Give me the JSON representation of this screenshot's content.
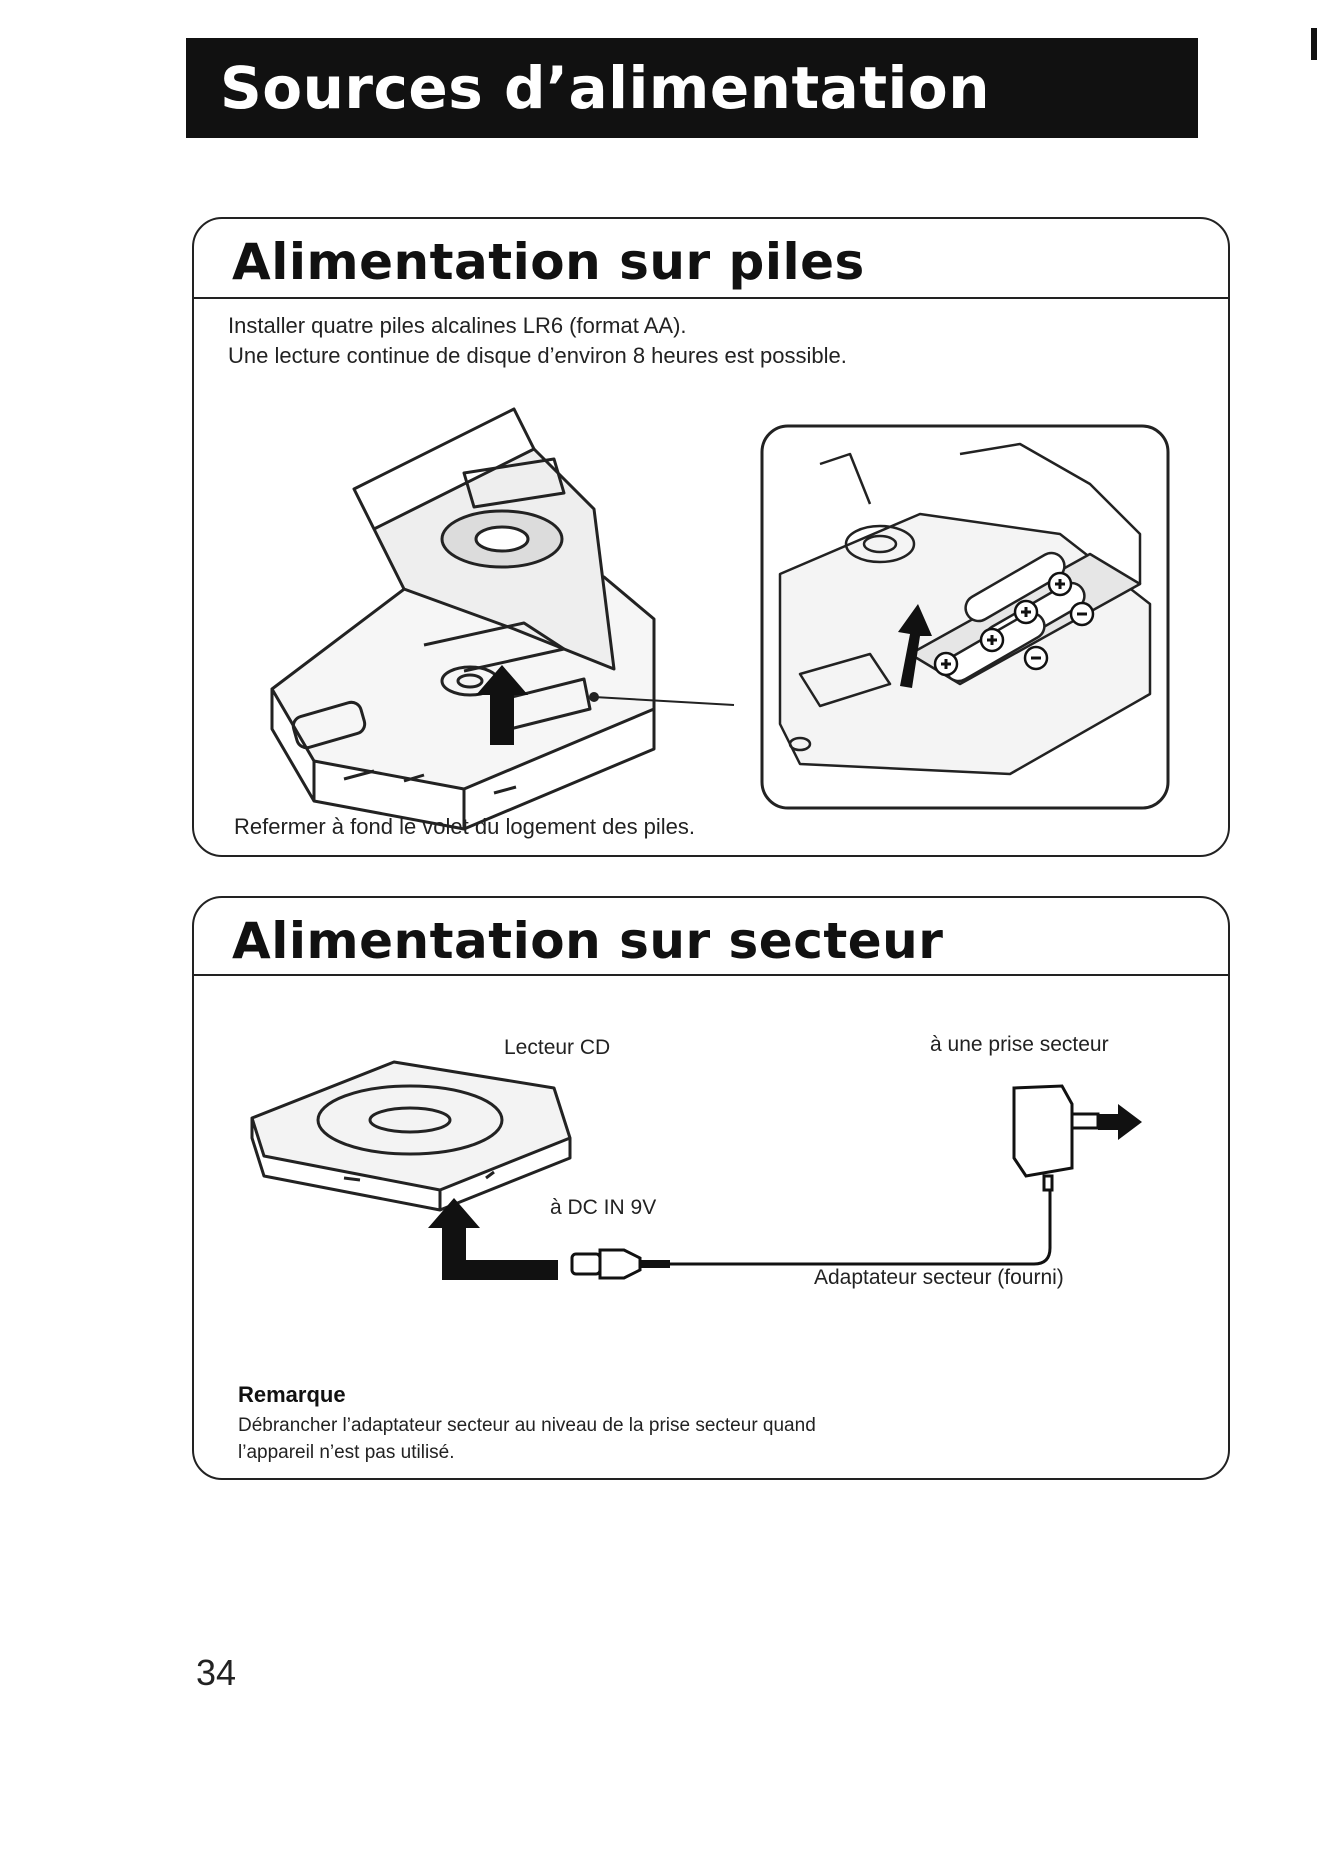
{
  "header": {
    "title": "Sources d’alimentation"
  },
  "battery_section": {
    "title": "Alimentation sur piles",
    "lines": [
      "Installer quatre piles alcalines LR6 (format AA).",
      "Une lecture continue de disque d’environ 8 heures est possible."
    ],
    "caption": "Refermer à fond le volet du logement des piles."
  },
  "mains_section": {
    "title": "Alimentation sur secteur",
    "labels": {
      "player": "Lecteur CD",
      "outlet": "à une prise secteur",
      "dc_in": "à DC IN 9V",
      "adapter": "Adaptateur secteur (fourni)"
    },
    "remark": {
      "heading": "Remarque",
      "lines": [
        "Débrancher l’adaptateur secteur au niveau de la prise secteur quand",
        "l’appareil n’est pas utilisé."
      ]
    }
  },
  "footer": {
    "page_number": "34"
  }
}
